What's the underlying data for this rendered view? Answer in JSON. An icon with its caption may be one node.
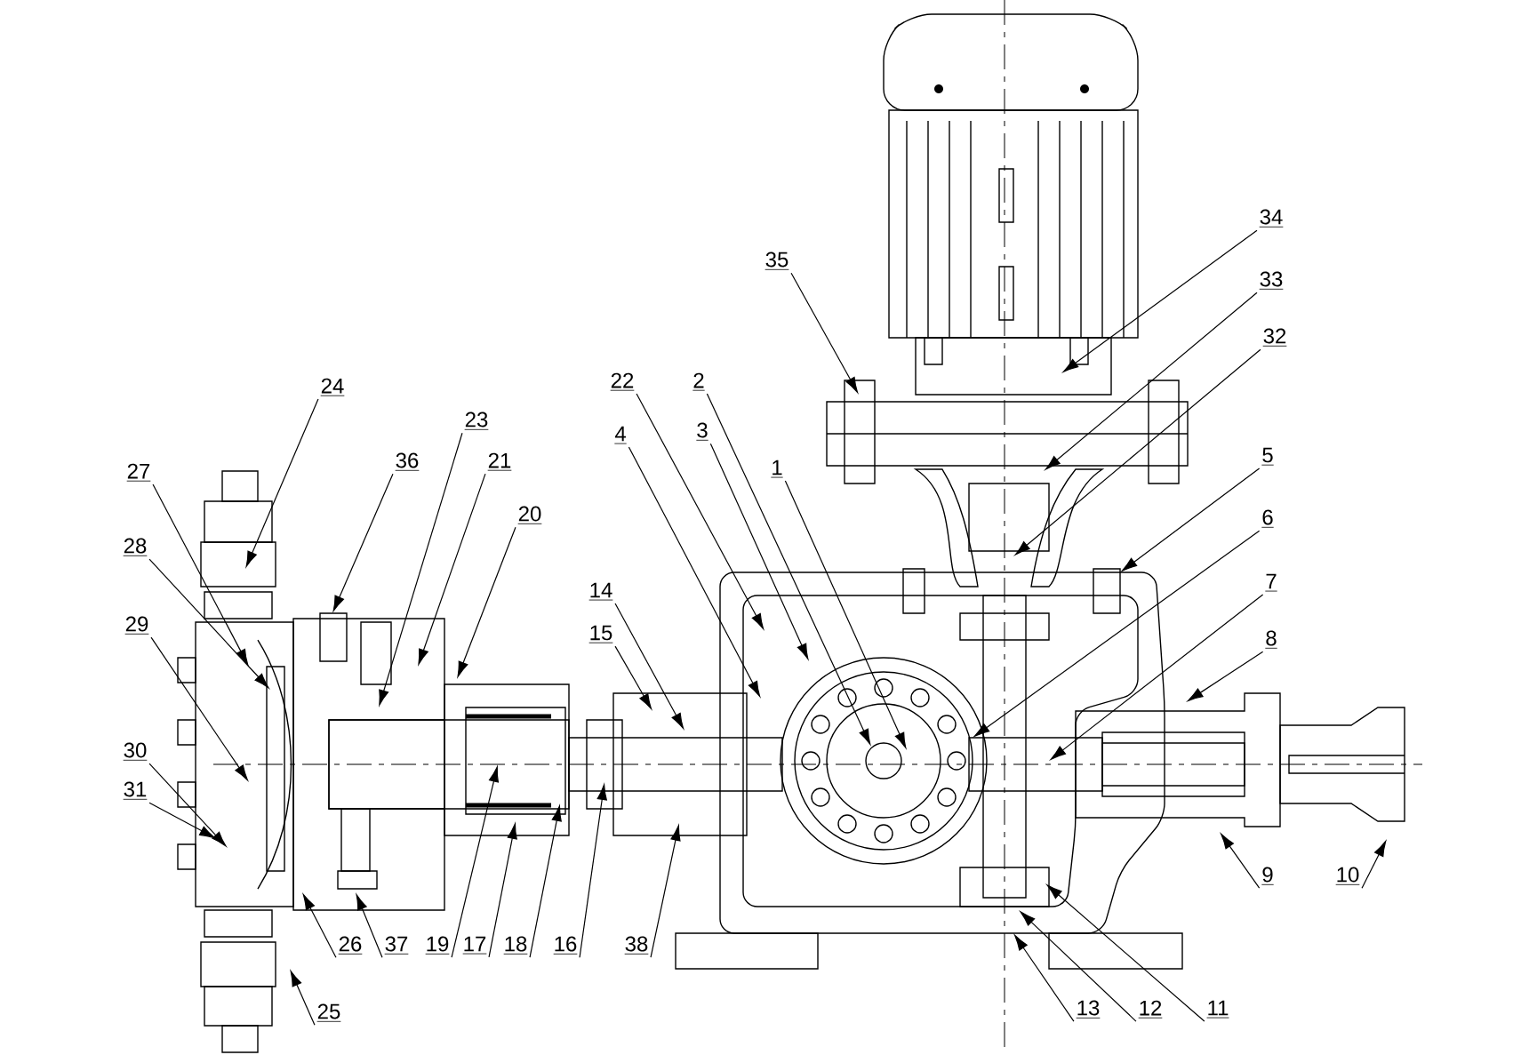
{
  "diagram": {
    "nodes": [
      {
        "text": [
          "1"
        ]
      },
      {
        "text": [
          "2"
        ]
      },
      {
        "text": [
          "3"
        ]
      },
      {
        "text": [
          "4"
        ]
      },
      {
        "text": [
          "5"
        ]
      },
      {
        "text": [
          "6"
        ]
      },
      {
        "text": [
          "7"
        ]
      },
      {
        "text": [
          "8"
        ]
      },
      {
        "text": [
          "9"
        ]
      },
      {
        "text": [
          "10"
        ]
      },
      {
        "text": [
          "11"
        ]
      },
      {
        "text": [
          "12"
        ]
      },
      {
        "text": [
          "13"
        ]
      },
      {
        "text": [
          "14"
        ]
      },
      {
        "text": [
          "15"
        ]
      },
      {
        "text": [
          "16"
        ]
      },
      {
        "text": [
          "17"
        ]
      },
      {
        "text": [
          "18"
        ]
      },
      {
        "text": [
          "19"
        ]
      },
      {
        "text": [
          "20"
        ]
      },
      {
        "text": [
          "21"
        ]
      },
      {
        "text": [
          "22"
        ]
      },
      {
        "text": [
          "23"
        ]
      },
      {
        "text": [
          "24"
        ]
      },
      {
        "text": [
          "25"
        ]
      },
      {
        "text": [
          "26"
        ]
      },
      {
        "text": [
          "27"
        ]
      },
      {
        "text": [
          "28"
        ]
      },
      {
        "text": [
          "29"
        ]
      },
      {
        "text": [
          "30"
        ]
      },
      {
        "text": [
          "31"
        ]
      },
      {
        "text": [
          "32"
        ]
      },
      {
        "text": [
          "33"
        ]
      },
      {
        "text": [
          "34"
        ]
      },
      {
        "text": [
          "35"
        ]
      },
      {
        "text": [
          "36"
        ]
      },
      {
        "text": [
          "37"
        ]
      },
      {
        "text": [
          "38"
        ]
      }
    ],
    "edges": [
      {
        "from": 0,
        "to": null,
        "arrow": "to"
      },
      {
        "from": 1,
        "to": null,
        "arrow": "to"
      },
      {
        "from": 2,
        "to": null,
        "arrow": "to"
      },
      {
        "from": 3,
        "to": null,
        "arrow": "to"
      },
      {
        "from": 4,
        "to": null,
        "arrow": "to"
      },
      {
        "from": 5,
        "to": null,
        "arrow": "to"
      },
      {
        "from": 6,
        "to": null,
        "arrow": "to"
      },
      {
        "from": 7,
        "to": null,
        "arrow": "to"
      },
      {
        "from": 8,
        "to": null,
        "arrow": "to"
      },
      {
        "from": 9,
        "to": null,
        "arrow": "to"
      },
      {
        "from": 10,
        "to": null,
        "arrow": "to"
      },
      {
        "from": 11,
        "to": null,
        "arrow": "to"
      },
      {
        "from": 12,
        "to": null,
        "arrow": "to"
      },
      {
        "from": 13,
        "to": null,
        "arrow": "to"
      },
      {
        "from": 14,
        "to": null,
        "arrow": "to"
      },
      {
        "from": 15,
        "to": null,
        "arrow": "to"
      },
      {
        "from": 16,
        "to": null,
        "arrow": "to"
      },
      {
        "from": 17,
        "to": null,
        "arrow": "to"
      },
      {
        "from": 18,
        "to": null,
        "arrow": "to"
      },
      {
        "from": 19,
        "to": null,
        "arrow": "to"
      },
      {
        "from": 20,
        "to": null,
        "arrow": "to"
      },
      {
        "from": 21,
        "to": null,
        "arrow": "to"
      },
      {
        "from": 22,
        "to": null,
        "arrow": "to"
      },
      {
        "from": 23,
        "to": null,
        "arrow": "to"
      },
      {
        "from": 24,
        "to": null,
        "arrow": "to"
      },
      {
        "from": 25,
        "to": null,
        "arrow": "to"
      },
      {
        "from": 26,
        "to": null,
        "arrow": "to"
      },
      {
        "from": 27,
        "to": null,
        "arrow": "to"
      },
      {
        "from": 28,
        "to": null,
        "arrow": "to"
      },
      {
        "from": 29,
        "to": null,
        "arrow": "to"
      },
      {
        "from": 30,
        "to": null,
        "arrow": "to"
      },
      {
        "from": 31,
        "to": null,
        "arrow": "to"
      },
      {
        "from": 32,
        "to": null,
        "arrow": "to"
      },
      {
        "from": 33,
        "to": null,
        "arrow": "to"
      },
      {
        "from": 34,
        "to": null,
        "arrow": "to"
      },
      {
        "from": 35,
        "to": null,
        "arrow": "to"
      },
      {
        "from": 36,
        "to": null,
        "arrow": "to"
      },
      {
        "from": 37,
        "to": null,
        "arrow": "to"
      }
    ]
  }
}
